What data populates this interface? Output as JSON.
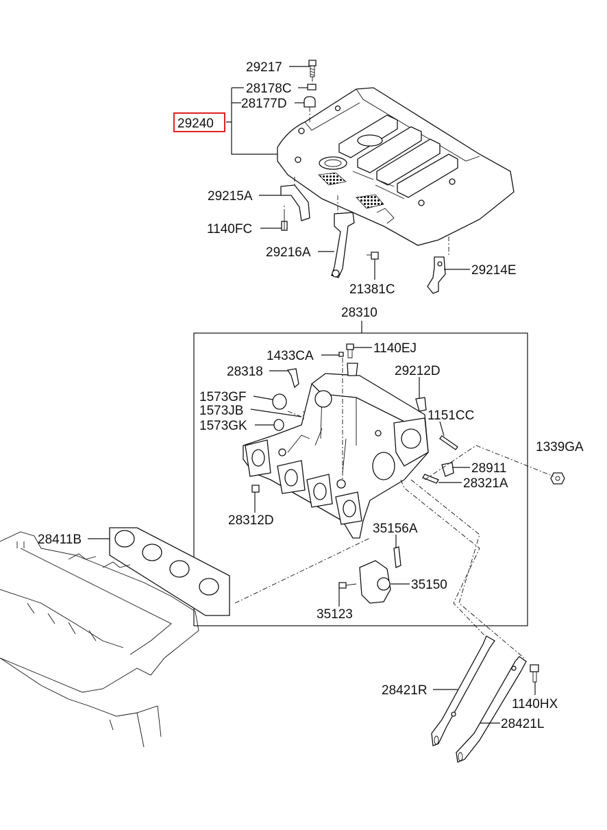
{
  "diagram": {
    "highlighted_part": "29240",
    "labels": {
      "p29217": "29217",
      "p28178C": "28178C",
      "p28177D": "28177D",
      "p29240": "29240",
      "p29215A": "29215A",
      "p1140FC": "1140FC",
      "p29216A": "29216A",
      "p21381C": "21381C",
      "p29214E": "29214E",
      "p28310": "28310",
      "p1433CA": "1433CA",
      "p1140EJ": "1140EJ",
      "p28318": "28318",
      "p29212D": "29212D",
      "p1573GF": "1573GF",
      "p1573JB": "1573JB",
      "p1573GK": "1573GK",
      "p1151CC": "1151CC",
      "p1339GA": "1339GA",
      "p28911": "28911",
      "p28321A": "28321A",
      "p28312D": "28312D",
      "p28411B": "28411B",
      "p35156A": "35156A",
      "p35150": "35150",
      "p35123": "35123",
      "p28421R": "28421R",
      "p1140HX": "1140HX",
      "p28421L": "28421L"
    }
  }
}
